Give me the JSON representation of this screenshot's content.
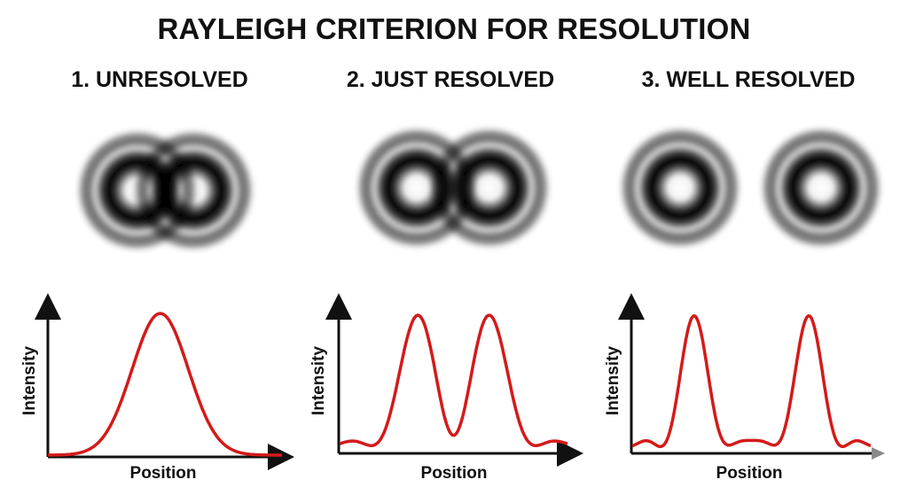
{
  "title": "RAYLEIGH CRITERION FOR RESOLUTION",
  "panels": [
    {
      "heading": "1. UNRESOLVED",
      "xlabel": "Position",
      "ylabel": "Intensity"
    },
    {
      "heading": "2. JUST RESOLVED",
      "xlabel": "Position",
      "ylabel": "Intensity"
    },
    {
      "heading": "3. WELL RESOLVED",
      "xlabel": "Position",
      "ylabel": "Intensity"
    }
  ],
  "colors": {
    "curve": "#d41a1a",
    "axis": "#111111",
    "arrow_gray": "#8a8a8a"
  }
}
